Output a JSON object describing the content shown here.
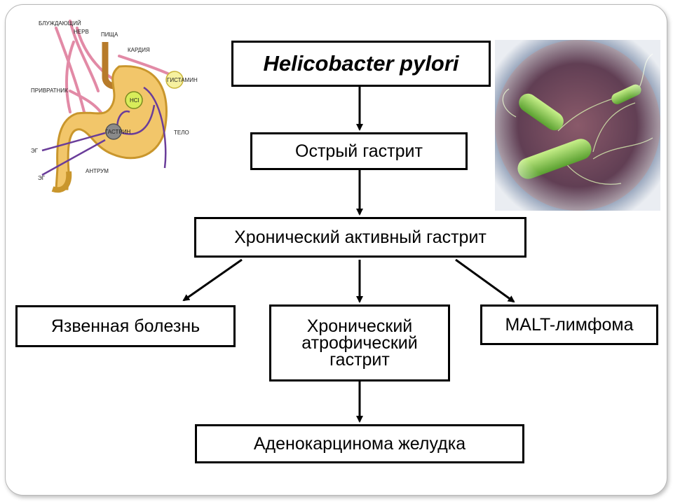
{
  "diagram": {
    "title": "Helicobacter pylori",
    "nodes": {
      "acute": "Острый гастрит",
      "chronic_active": "Хронический активный гастрит",
      "ulcer": "Язвенная болезнь",
      "atrophic": "Хронический\nатрофический\nгастрит",
      "malt": "MALT-лимфома",
      "adenocarcinoma": "Аденокарцинома желудка"
    }
  },
  "anatomy_labels": {
    "vagus": "БЛУЖДАЮЩИЙ",
    "nerve": "НЕРВ",
    "food": "ПИЩА",
    "cardia": "КАРДИЯ",
    "histamine": "ГИСТАМИН",
    "pylorus": "ПРИВРАТНИК",
    "hcl": "HCl",
    "gastrin": "ГАСТРИН",
    "body": "ТЕЛО",
    "eg1": "ЭГ",
    "eg2": "ЭГ",
    "antrum": "АНТРУМ"
  },
  "colors": {
    "stomach_fill": "#f2c66a",
    "stomach_outline": "#c9962c",
    "nerve": "#e28aa6",
    "pathway": "#6a3d9a",
    "hcl_fill": "#d8ec5a",
    "gastrin_fill": "#8a8a8a",
    "bacteria": "#8fd34a"
  }
}
